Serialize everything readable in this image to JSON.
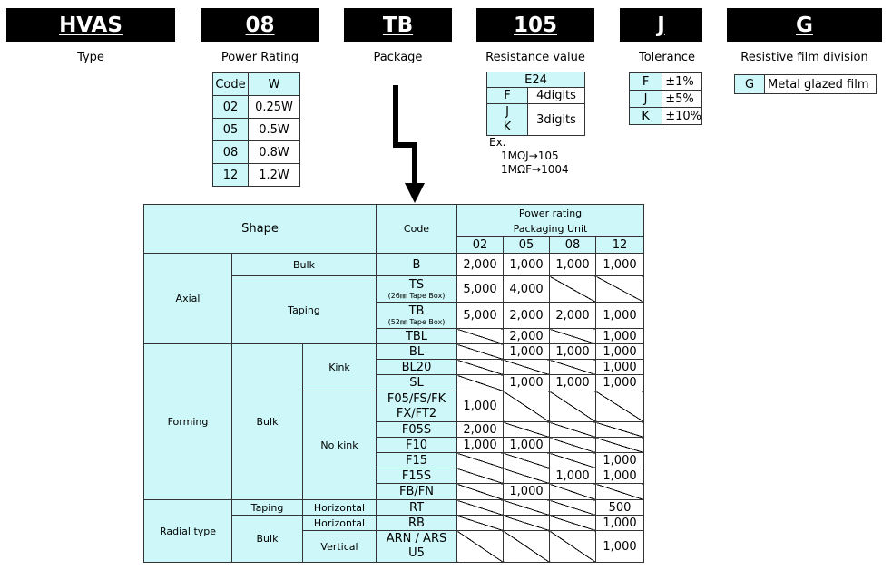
{
  "headers": [
    {
      "code": "HVAS",
      "caption": "Type"
    },
    {
      "code": "08",
      "caption": "Power Rating"
    },
    {
      "code": "TB",
      "caption": "Package"
    },
    {
      "code": "105",
      "caption": "Resistance value"
    },
    {
      "code": "J",
      "caption": "Tolerance"
    },
    {
      "code": "G",
      "caption": "Resistive film division"
    }
  ],
  "power_table": {
    "head": [
      "Code",
      "W"
    ],
    "rows": [
      [
        "02",
        "0.25W"
      ],
      [
        "05",
        "0.5W"
      ],
      [
        "08",
        "0.8W"
      ],
      [
        "12",
        "1.2W"
      ]
    ]
  },
  "resistance_table": {
    "series": "E24",
    "rows": [
      [
        "F",
        "4digits"
      ],
      [
        "J\nK",
        "3digits"
      ]
    ],
    "example_label": "Ex.",
    "examples": [
      "1MΩJ→105",
      "1MΩF→1004"
    ]
  },
  "tolerance_table": {
    "rows": [
      [
        "F",
        "±1%"
      ],
      [
        "J",
        "±5%"
      ],
      [
        "K",
        "±10%"
      ]
    ]
  },
  "film_table": {
    "code": "G",
    "label": "Metal glazed film"
  },
  "main_table": {
    "shape_header": "Shape",
    "code_header": "Code",
    "power_header_1": "Power rating",
    "power_header_2": "Packaging Unit",
    "cols": [
      "02",
      "05",
      "08",
      "12"
    ],
    "axial": "Axial",
    "forming": "Forming",
    "radial": "Radial type",
    "bulk": "Bulk",
    "taping": "Taping",
    "kink": "Kink",
    "nokink": "No kink",
    "horizontal": "Horizontal",
    "vertical": "Vertical",
    "tape_26": "(26㎜ Tape Box)",
    "tape_52": "(52㎜ Tape Box)",
    "rows": {
      "B": {
        "code": "B",
        "v": [
          "2,000",
          "1,000",
          "1,000",
          "1,000"
        ]
      },
      "TS": {
        "code": "TS",
        "v": [
          "5,000",
          "4,000",
          "",
          ""
        ]
      },
      "TB": {
        "code": "TB",
        "v": [
          "5,000",
          "2,000",
          "2,000",
          "1,000"
        ]
      },
      "TBL": {
        "code": "TBL",
        "v": [
          "",
          "2,000",
          "",
          "1,000"
        ]
      },
      "BL": {
        "code": "BL",
        "v": [
          "",
          "1,000",
          "1,000",
          "1,000"
        ]
      },
      "BL20": {
        "code": "BL20",
        "v": [
          "",
          "",
          "",
          "1,000"
        ]
      },
      "SL": {
        "code": "SL",
        "v": [
          "",
          "1,000",
          "1,000",
          "1,000"
        ]
      },
      "F05": {
        "code1": "F05∕FS∕FK",
        "code2": "FX∕FT2",
        "v": [
          "1,000",
          "",
          "",
          ""
        ]
      },
      "F05S": {
        "code": "F05S",
        "v": [
          "2,000",
          "",
          "",
          ""
        ]
      },
      "F10": {
        "code": "F10",
        "v": [
          "1,000",
          "1,000",
          "",
          ""
        ]
      },
      "F15": {
        "code": "F15",
        "v": [
          "",
          "",
          "",
          "1,000"
        ]
      },
      "F15S": {
        "code": "F15S",
        "v": [
          "",
          "",
          "1,000",
          "1,000"
        ]
      },
      "FBFN": {
        "code": "FB∕FN",
        "v": [
          "",
          "1,000",
          "",
          ""
        ]
      },
      "RT": {
        "code": "RT",
        "v": [
          "",
          "",
          "",
          "500"
        ]
      },
      "RB": {
        "code": "RB",
        "v": [
          "",
          "",
          "",
          "1,000"
        ]
      },
      "ARN": {
        "code1": "ARN / ARS",
        "code2": "U5",
        "v": [
          "",
          "",
          "",
          "1,000"
        ]
      }
    }
  }
}
